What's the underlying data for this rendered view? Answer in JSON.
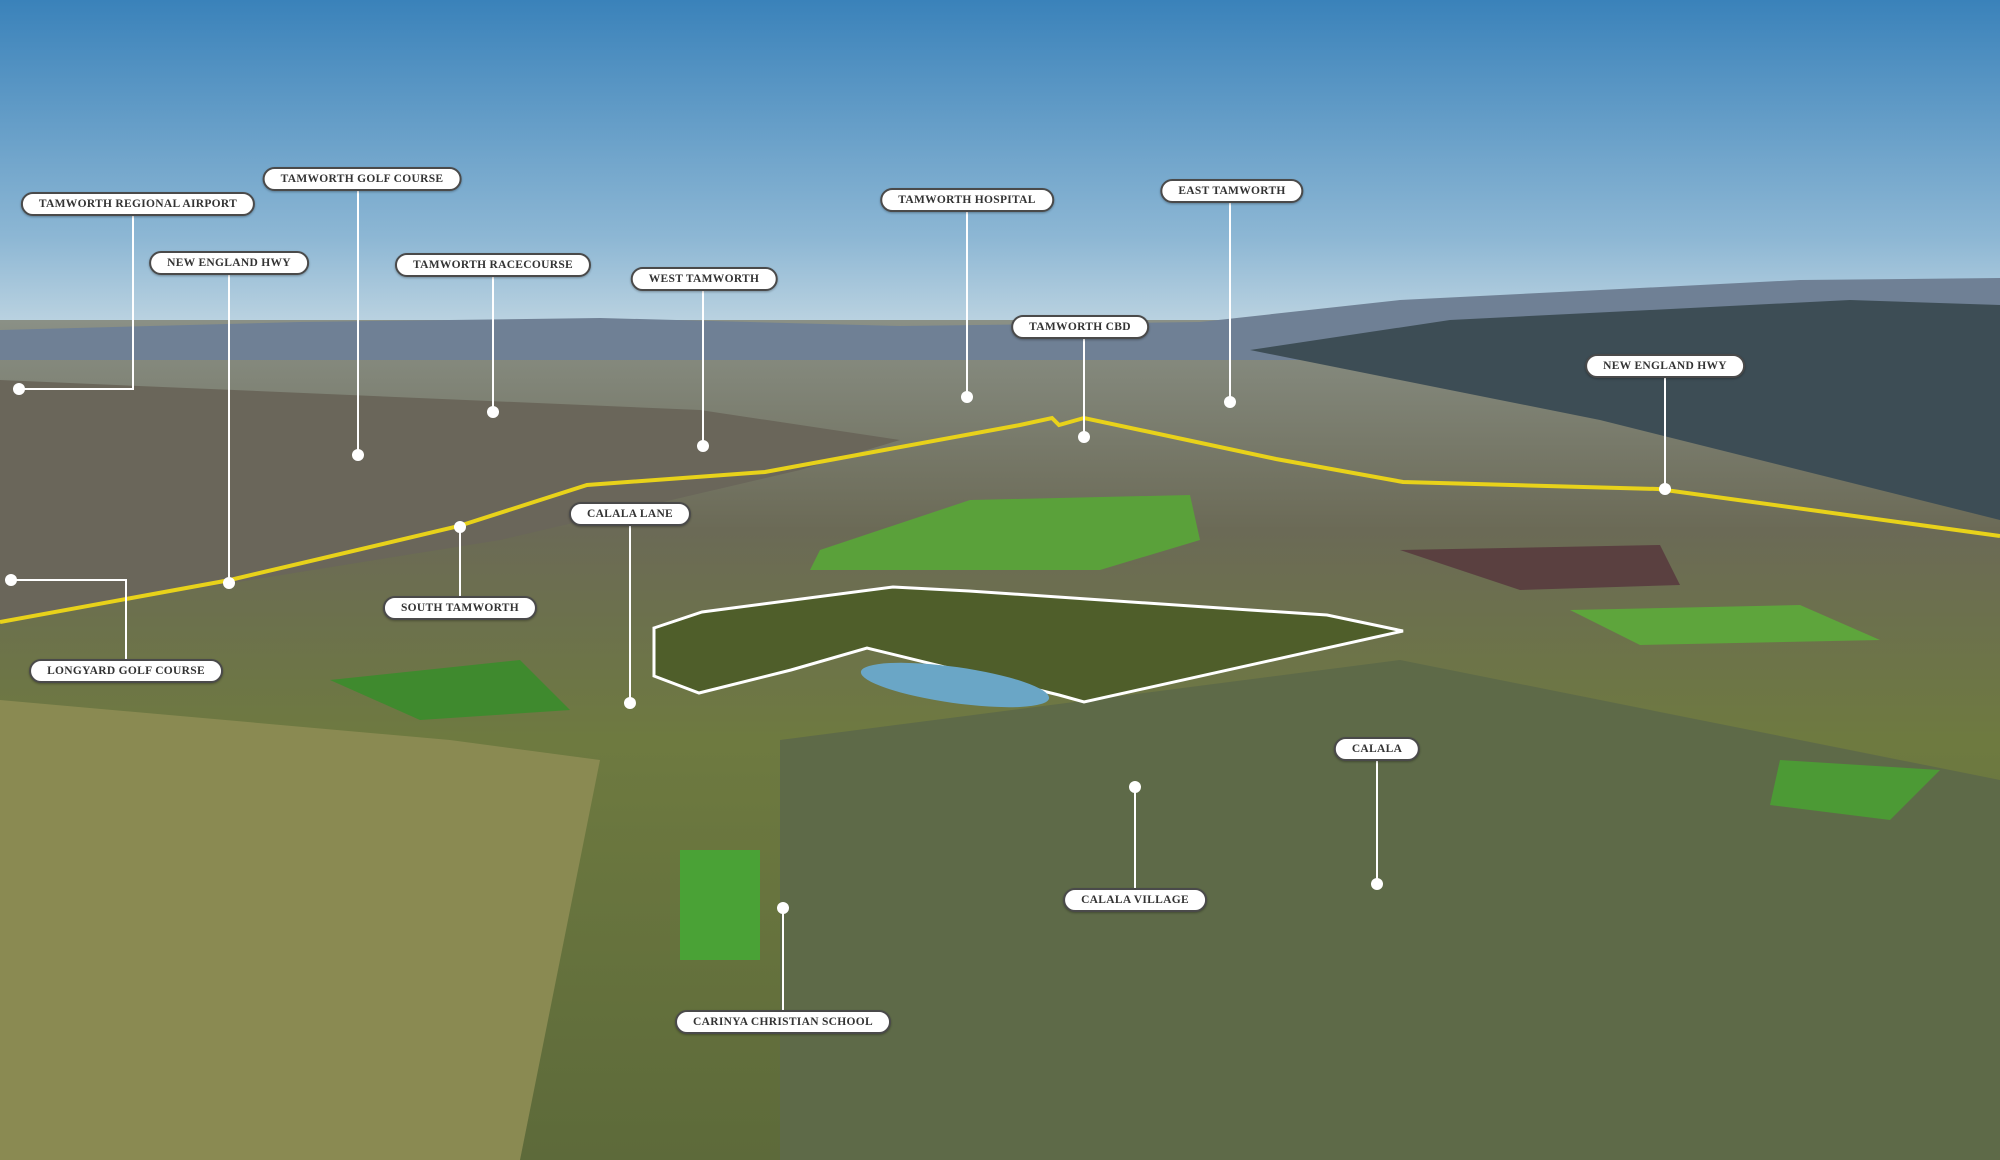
{
  "map": {
    "colors": {
      "sky_top": "#3f86bd",
      "sky_horizon": "#b9d3e2",
      "boundary": "#e8d21a",
      "site_outline": "#ffffff"
    },
    "labels": [
      {
        "id": "airport",
        "text": "TAMWORTH REGIONAL AIRPORT"
      },
      {
        "id": "golf",
        "text": "TAMWORTH GOLF COURSE"
      },
      {
        "id": "hwy_left",
        "text": "NEW ENGLAND HWY"
      },
      {
        "id": "racecourse",
        "text": "TAMWORTH  RACECOURSE"
      },
      {
        "id": "west",
        "text": "WEST TAMWORTH"
      },
      {
        "id": "hospital",
        "text": "TAMWORTH HOSPITAL"
      },
      {
        "id": "east",
        "text": "EAST TAMWORTH"
      },
      {
        "id": "cbd",
        "text": "TAMWORTH CBD"
      },
      {
        "id": "hwy_right",
        "text": "NEW ENGLAND HWY"
      },
      {
        "id": "calala_lane",
        "text": "CALALA LANE"
      },
      {
        "id": "south",
        "text": "SOUTH TAMWORTH"
      },
      {
        "id": "longyard",
        "text": "LONGYARD GOLF COURSE"
      },
      {
        "id": "calala",
        "text": "CALALA"
      },
      {
        "id": "calala_village",
        "text": "CALALA VILLAGE"
      },
      {
        "id": "carinya",
        "text": "CARINYA CHRISTIAN SCHOOL"
      }
    ]
  }
}
